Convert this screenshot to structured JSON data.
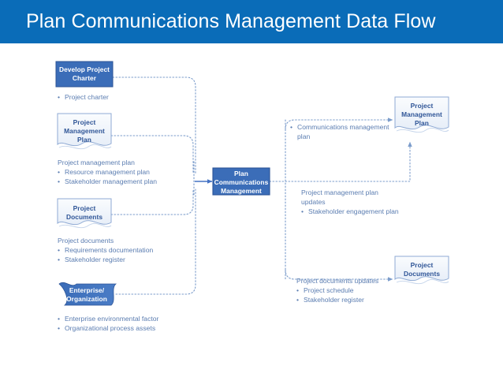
{
  "header": {
    "title": "Plan Communications Management Data Flow",
    "bar_color": "#0a6cb8",
    "title_color": "#ffffff"
  },
  "theme": {
    "process_fill": "#3B6DB8",
    "process_stroke": "#2C5496",
    "process_text": "#ffffff",
    "document_fill": "#F4F7FC",
    "document_stroke": "#8FAAD4",
    "document_text": "#2F5597",
    "connector": "#7B9CCB",
    "body_text": "#5B7DB1"
  },
  "nodes": {
    "develop_project_charter": {
      "label": "Develop Project\nCharter",
      "label_lines": [
        "Develop Project",
        "Charter"
      ],
      "shape": "process"
    },
    "project_management_plan_in": {
      "label": "Project\nManagement\nPlan",
      "label_lines": [
        "Project",
        "Management",
        "Plan"
      ],
      "shape": "document"
    },
    "project_documents_in": {
      "label": "Project\nDocuments",
      "label_lines": [
        "Project",
        "Documents"
      ],
      "shape": "document"
    },
    "enterprise_organization": {
      "label": "Enterprise/\nOrganization",
      "label_lines": [
        "Enterprise/",
        "Organization"
      ],
      "shape": "flag"
    },
    "plan_communications_management": {
      "label": "Plan\nCommunications\nManagement",
      "label_lines": [
        "Plan",
        "Communications",
        "Management"
      ],
      "shape": "process"
    },
    "project_management_plan_out": {
      "label": "Project\nManagement\nPlan",
      "label_lines": [
        "Project",
        "Management",
        "Plan"
      ],
      "shape": "document"
    },
    "project_documents_out": {
      "label": "Project\nDocuments",
      "label_lines": [
        "Project",
        "Documents"
      ],
      "shape": "document"
    }
  },
  "inputs": {
    "project_charter": {
      "heading": "",
      "items": [
        "Project charter"
      ]
    },
    "project_management_plan": {
      "heading": "Project management plan",
      "items": [
        "Resource management plan",
        "Stakeholder management plan"
      ]
    },
    "project_documents": {
      "heading": "Project documents",
      "items": [
        "Requirements documentation",
        "Stakeholder register"
      ]
    },
    "enterprise_organization": {
      "heading": "",
      "items": [
        "Enterprise environmental factor",
        "Organizational process assets"
      ]
    }
  },
  "outputs": {
    "communications_management_plan": {
      "heading": "",
      "items": [
        "Communications management",
        "plan"
      ],
      "item_lines": [
        "Communications management",
        "plan"
      ]
    },
    "project_management_plan_updates": {
      "heading_lines": [
        "Project management plan",
        "updates"
      ],
      "items": [
        "Stakeholder engagement plan"
      ]
    },
    "project_documents_updates": {
      "heading_lines": [
        "Project documents updates"
      ],
      "items": [
        "Project schedule",
        "Stakeholder register"
      ]
    }
  }
}
